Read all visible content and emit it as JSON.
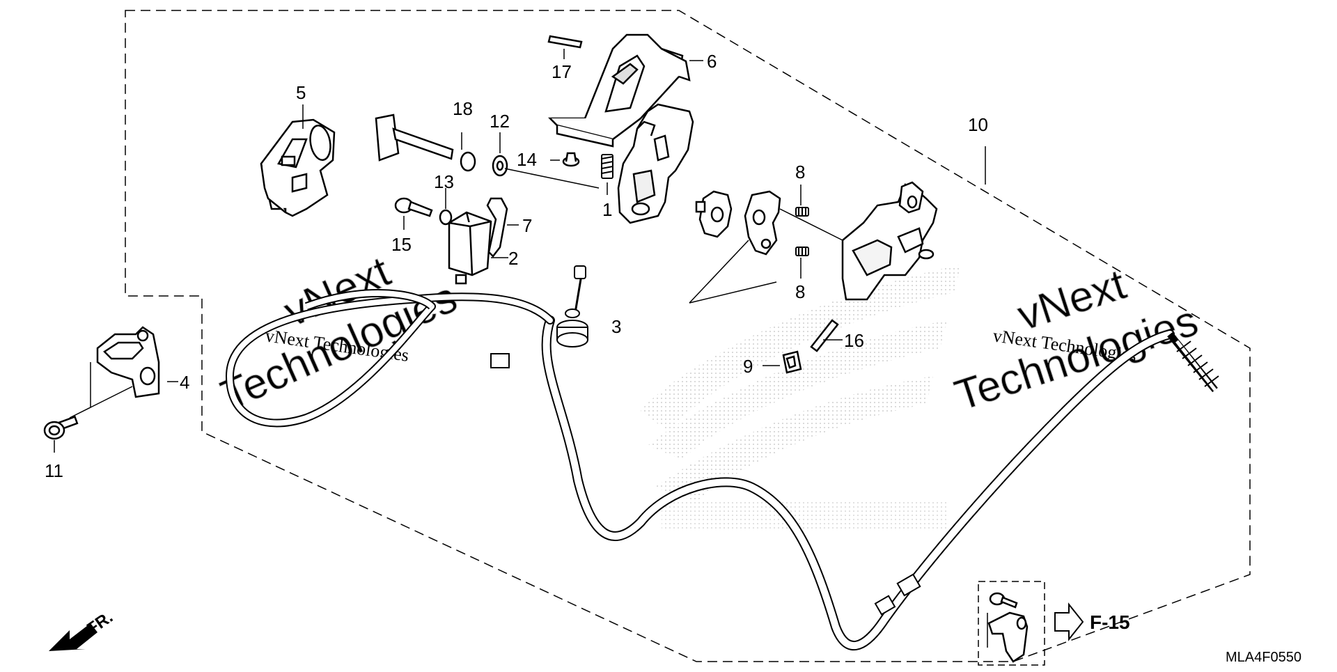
{
  "callouts": {
    "p1": "1",
    "p2": "2",
    "p3": "3",
    "p4": "4",
    "p5": "5",
    "p6": "6",
    "p7": "7",
    "p8a": "8",
    "p8b": "8",
    "p9": "9",
    "p10": "10",
    "p11": "11",
    "p12": "12",
    "p13": "13",
    "p14": "14",
    "p15": "15",
    "p16": "16",
    "p17": "17",
    "p18": "18"
  },
  "reference": {
    "label": "F-15"
  },
  "direction": {
    "label": "FR."
  },
  "diagram_code": "MLA4F0550",
  "watermarks": {
    "left_line1": "vNext",
    "left_line2": "Technologies",
    "left_small": "vNext Technologies",
    "right_line1": "vNext",
    "right_line2": "Technologies",
    "right_small": "vNext Technologies"
  },
  "colors": {
    "ink": "#000000",
    "paper": "#ffffff",
    "watermark": "#cfcfcf",
    "dots": "#c8c8c8"
  }
}
